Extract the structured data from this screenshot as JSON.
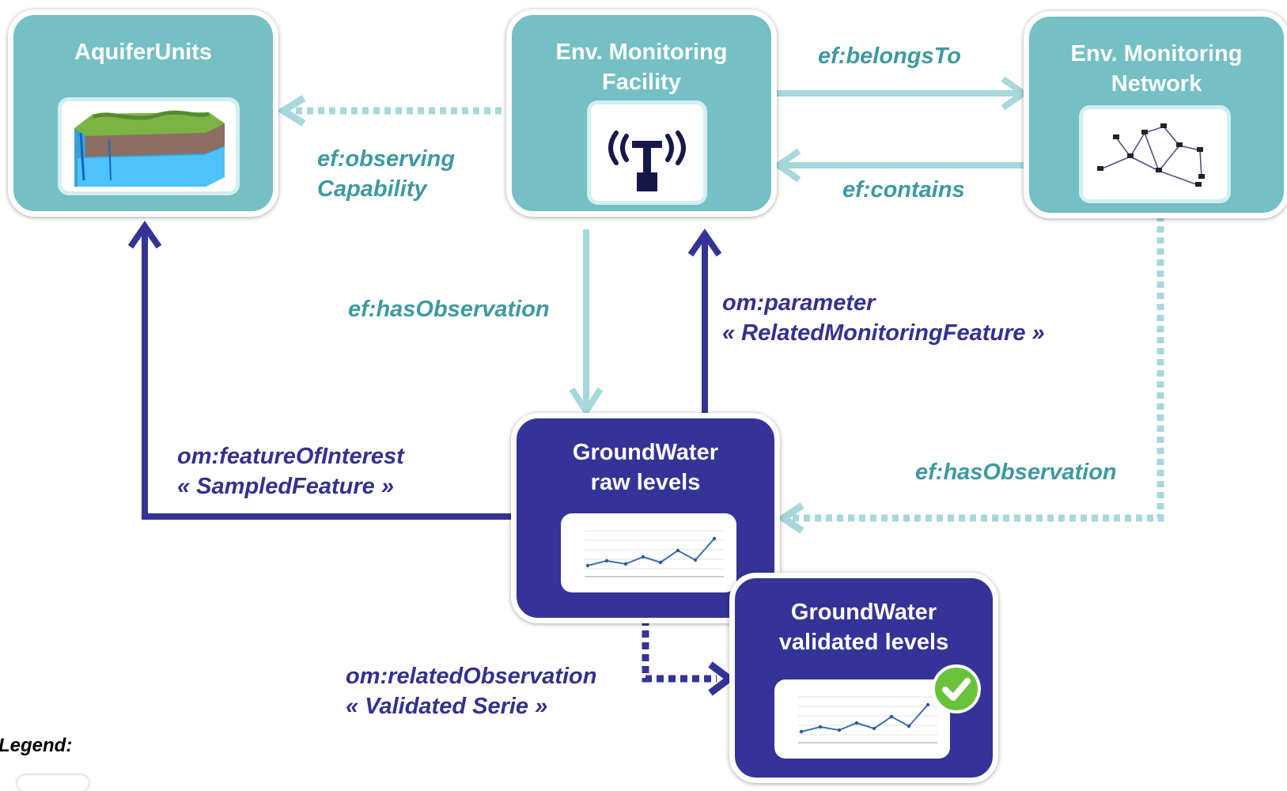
{
  "nodes": {
    "aquifer_units": {
      "title": "AquiferUnits"
    },
    "monitoring_facility": {
      "title_line1": "Env. Monitoring",
      "title_line2": "Facility"
    },
    "monitoring_network": {
      "title_line1": "Env. Monitoring",
      "title_line2": "Network"
    },
    "raw_levels": {
      "title_line1": "GroundWater",
      "title_line2": "raw levels"
    },
    "validated_levels": {
      "title_line1": "GroundWater",
      "title_line2": "validated levels"
    }
  },
  "edges": {
    "belongs_to": "ef:belongsTo",
    "contains": "ef:contains",
    "observing_capability_line1": "ef:observing",
    "observing_capability_line2": "Capability",
    "has_observation_facility": "ef:hasObservation",
    "parameter_line1": "om:parameter",
    "parameter_line2": "« RelatedMonitoringFeature »",
    "feature_of_interest_line1": "om:featureOfInterest",
    "feature_of_interest_line2": "« SampledFeature »",
    "has_observation_network": "ef:hasObservation",
    "related_observation_line1": "om:relatedObservation",
    "related_observation_line2": "« Validated Serie »"
  },
  "legend": {
    "title": "Legend:"
  },
  "colors": {
    "teal": "#74c0c4",
    "teal_light": "#a6d8db",
    "navy": "#343397",
    "check_green": "#6ac23a"
  },
  "icons": [
    "aquifer-landscape-icon",
    "antenna-tower-icon",
    "network-graph-icon",
    "line-chart-icon",
    "checkmark-icon"
  ]
}
